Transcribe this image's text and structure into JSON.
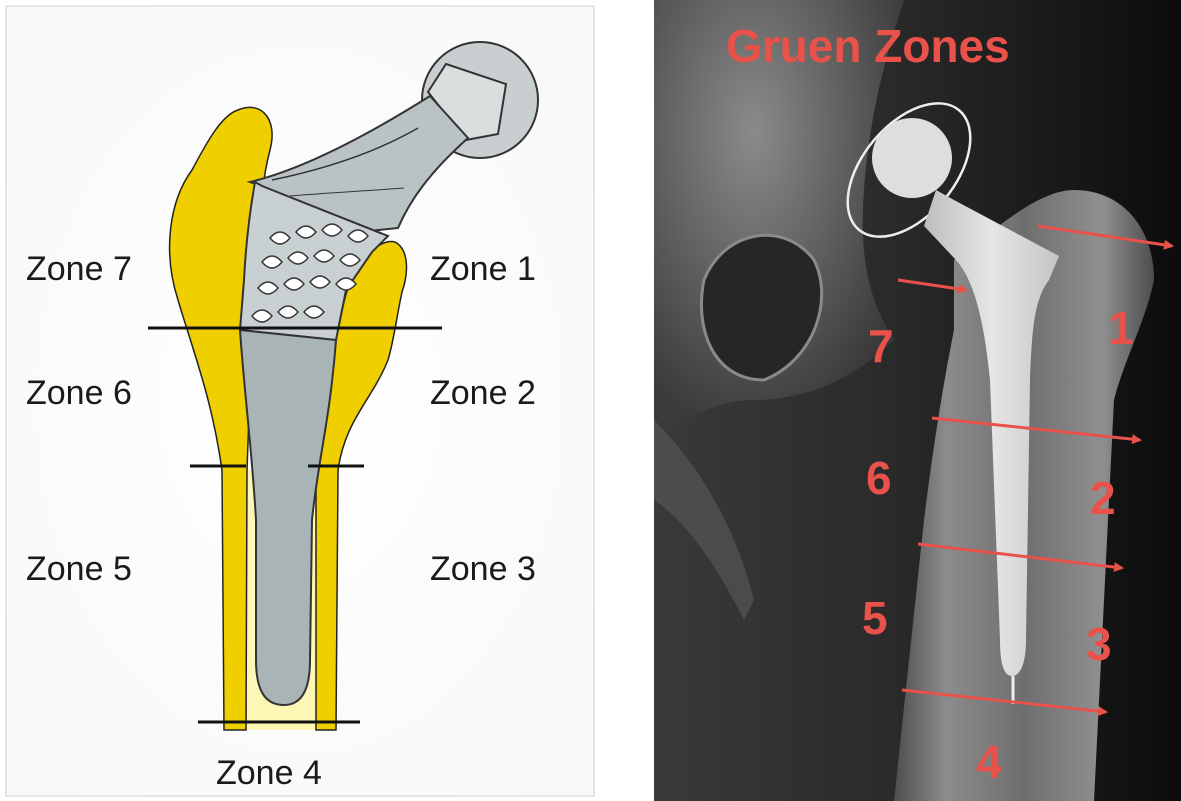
{
  "diagram": {
    "zones_left": [
      "Zone 7",
      "Zone 6",
      "Zone 5"
    ],
    "zones_right": [
      "Zone 1",
      "Zone 2",
      "Zone 3"
    ],
    "zone_bottom": "Zone 4",
    "colors": {
      "bone": "#f0cf00",
      "bone_outline": "#222222",
      "stem": "#a9b4b6",
      "stem_light": "#cfd6d7",
      "canal": "#fdf7b5"
    }
  },
  "xray": {
    "title": "Gruen Zones",
    "numbers": [
      "1",
      "2",
      "3",
      "4",
      "5",
      "6",
      "7"
    ],
    "colors": {
      "annotation": "#e8524a",
      "implant": "#d8d8d8"
    }
  }
}
